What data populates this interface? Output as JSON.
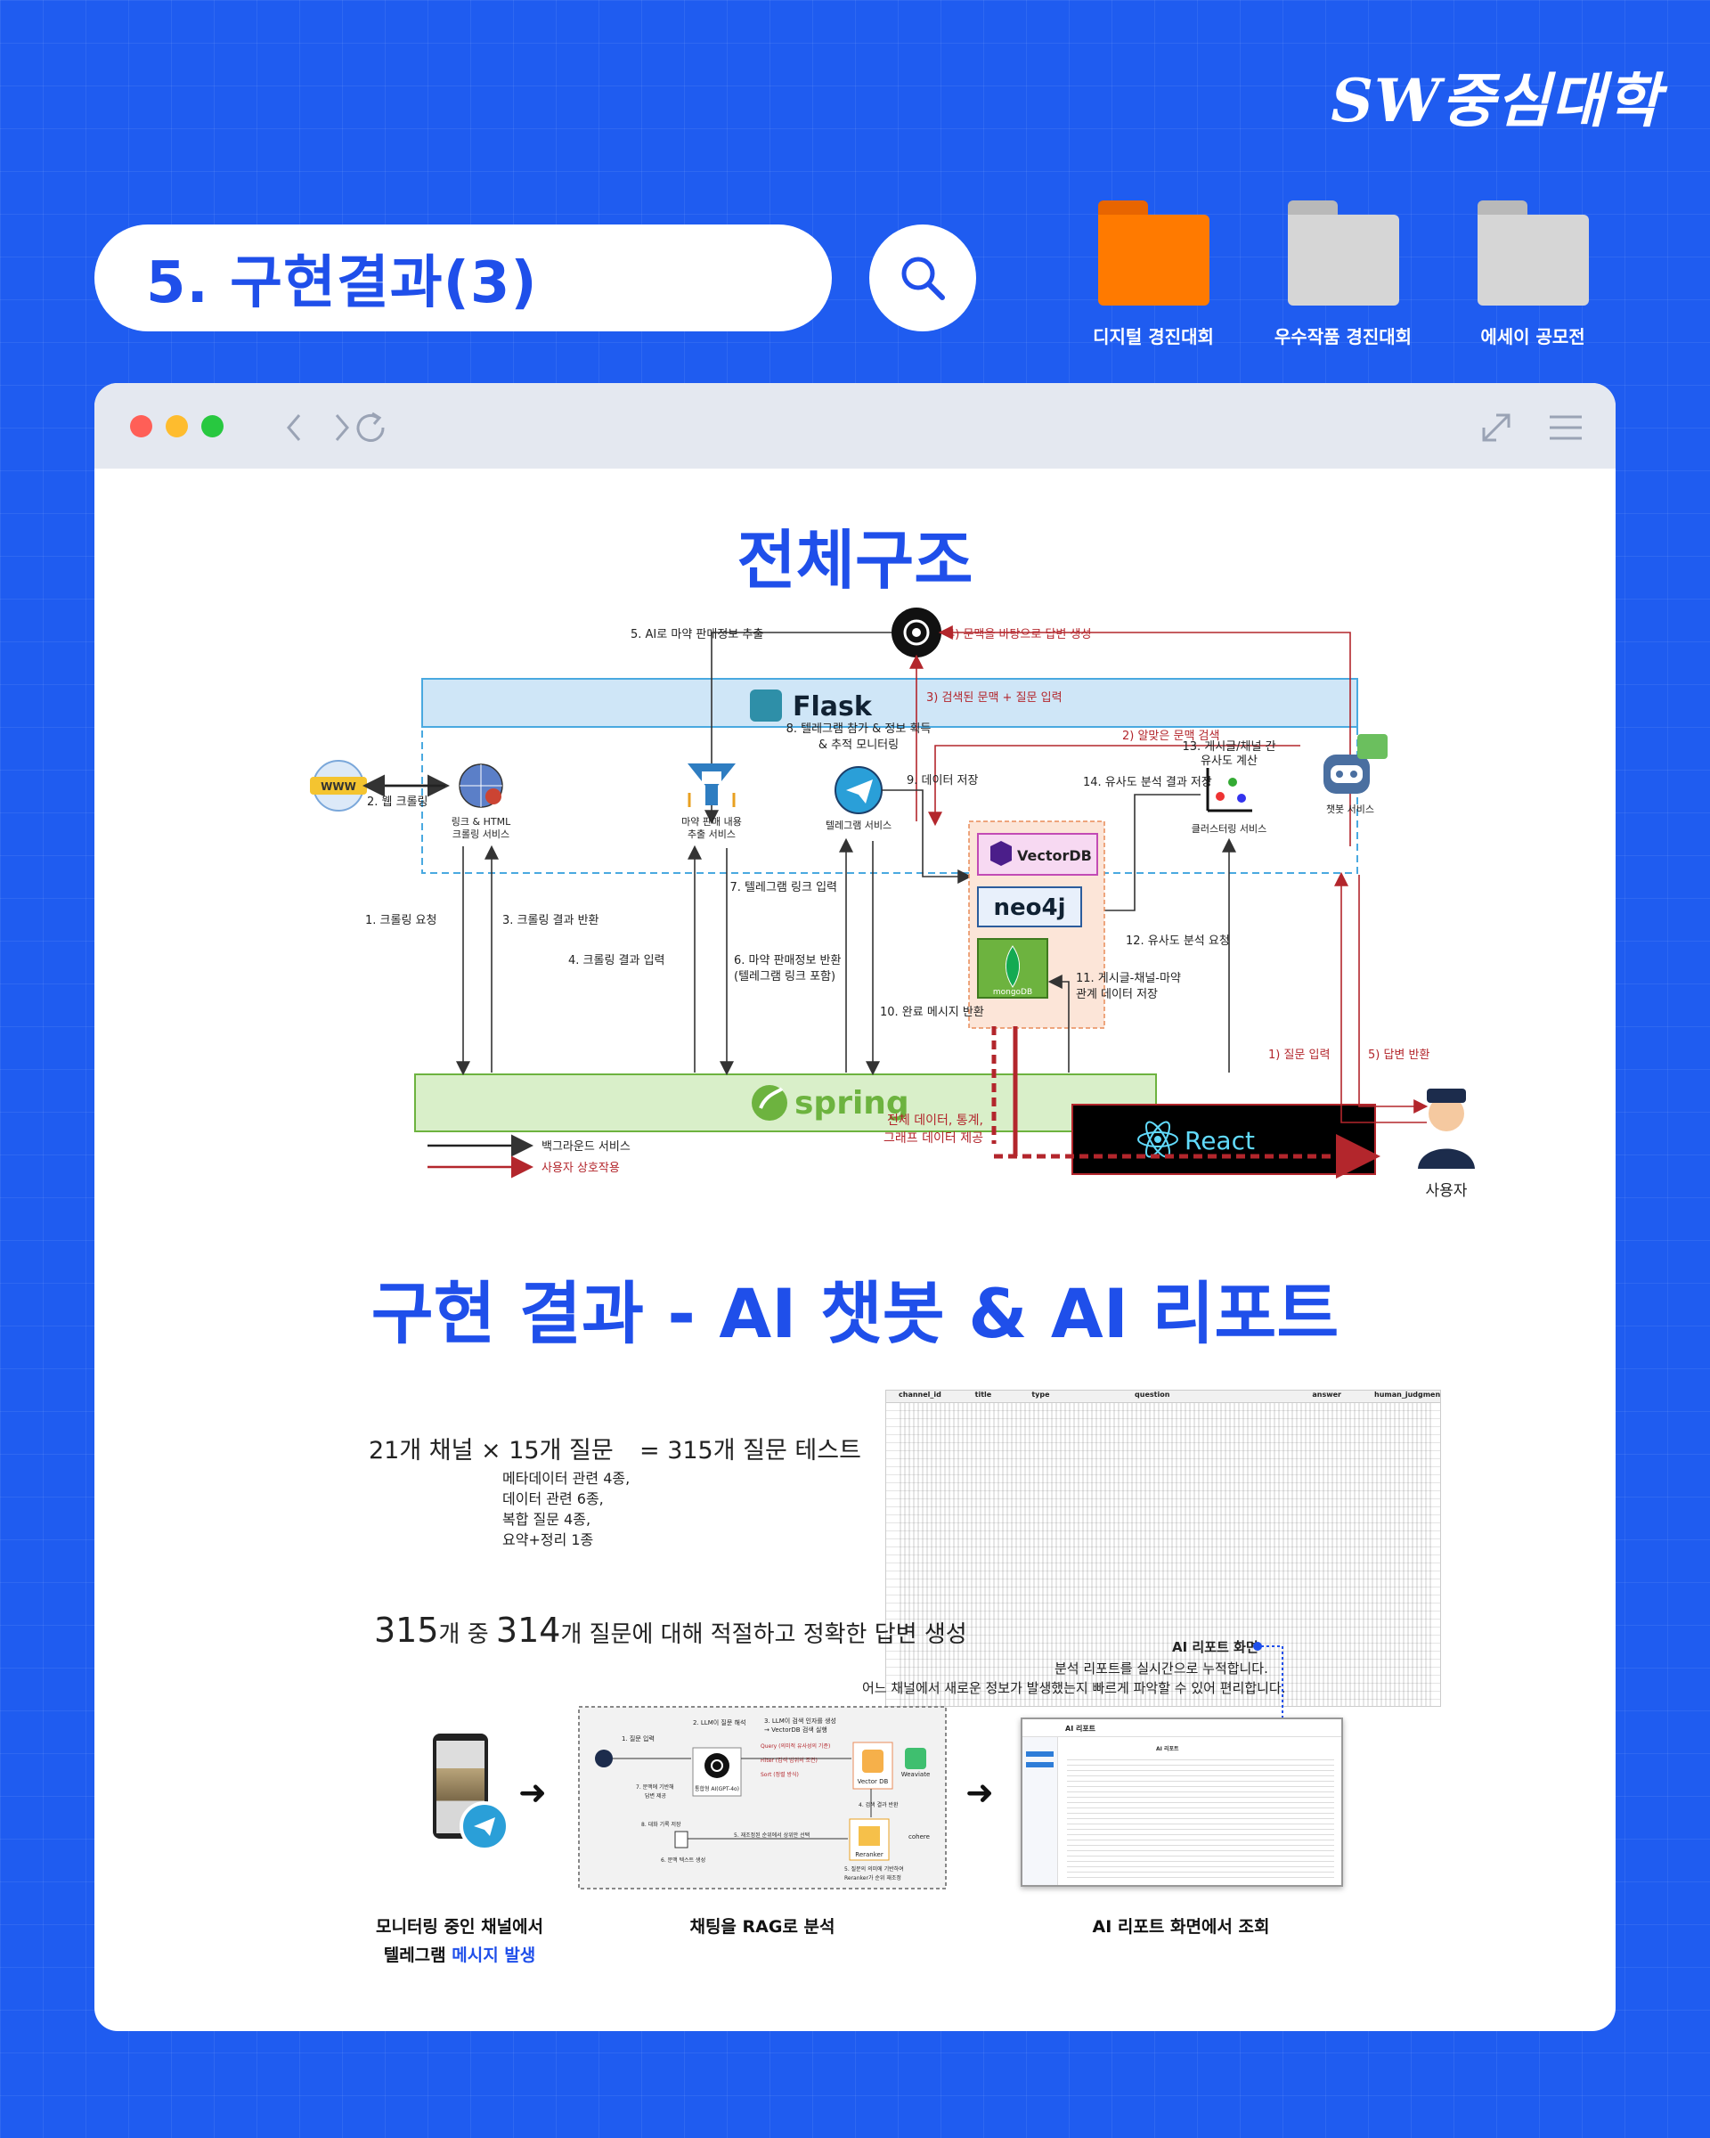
{
  "brand": "SW중심대학",
  "page_title": "5. 구현결과(3)",
  "folders": [
    {
      "label": "디지털 경진대회",
      "color": "#ff7a00",
      "tab_color": "#e86500"
    },
    {
      "label": "우수작품 경진대회",
      "color": "#d6d6d6",
      "tab_color": "#b9b9b9"
    },
    {
      "label": "에세이 공모전",
      "color": "#d6d6d6",
      "tab_color": "#b9b9b9"
    }
  ],
  "section1_title": "전체구조",
  "diagram": {
    "flask": "Flask",
    "spring": "spring",
    "react": "React",
    "vectordb": "VectorDB",
    "neo4j": "neo4j",
    "mongodb": "mongoDB",
    "www": "WWW",
    "nodes": {
      "crawler": [
        "링크 & HTML",
        "크롤링 서비스"
      ],
      "extract": [
        "마약 판매 내용",
        "추출 서비스"
      ],
      "telegram": "텔레그램 서비스",
      "cluster": "클러스터링 서비스",
      "chatbot": "챗봇 서비스",
      "user": "사용자"
    },
    "labels": {
      "l5": "5. AI로 마약 판매정보 추출",
      "l4": "4) 문맥을 바탕으로 답변 생성",
      "l3q": "3) 검색된 문맥 + 질문 입력",
      "l2q": "2) 알맞은 문맥 검색",
      "l8a": "8. 텔레그램 참가 & 정보 획득",
      "l8b": "& 추적 모니터링",
      "l9": "9. 데이터 저장",
      "l13a": "13. 게시글/채널 간",
      "l13b": "유사도 계산",
      "l14": "14. 유사도 분석 결과 저장",
      "l2": "2. 웹 크롤링",
      "l7": "7. 텔레그램 링크 입력",
      "l1": "1. 크롤링 요청",
      "l3": "3. 크롤링 결과 반환",
      "l4n": "4. 크롤링 결과 입력",
      "l6a": "6. 마약 판매정보 반환",
      "l6b": "(텔레그램 링크 포함)",
      "l12": "12. 유사도 분석 요청",
      "l10": "10. 완료 메시지 반환",
      "l11a": "11. 게시글-채널-마약",
      "l11b": "관계 데이터 저장",
      "l1q": "1) 질문 입력",
      "l5a": "5) 답변 반환",
      "alldata_a": "전체 데이터, 통계,",
      "alldata_b": "그래프 데이터 제공"
    },
    "legend": {
      "background": "백그라운드 서비스",
      "interaction": "사용자 상호작용"
    }
  },
  "section2_title": "구현 결과 - AI 챗봇 & AI 리포트",
  "test": {
    "formula_left": "21개 채널 × 15개 질문",
    "formula_right": "= 315개 질문 테스트",
    "details": [
      "메타데이터 관련 4종,",
      "데이터 관련 6종,",
      "복합 질문 4종,",
      "요약+정리 1종"
    ],
    "table_headers": [
      "channel_id",
      "title",
      "type",
      "question",
      "answer",
      "human_judgment"
    ]
  },
  "result": {
    "total": "315",
    "part1": "개 중 ",
    "correct": "314",
    "part2": "개 질문에 대해 적절하고 정확한 답변 생성"
  },
  "report_note": {
    "title": "AI 리포트 화면",
    "line1": "분석 리포트를 실시간으로 누적합니다.",
    "line2": "어느 채널에서 새로운 정보가 발생했는지 빠르게 파악할 수 있어 편리합니다."
  },
  "rag": {
    "s1": "1. 질문 입력",
    "s2": "2. LLM이 질문 해석",
    "s3a": "3. LLM이 검색 인자를 생성",
    "s3b": "→ VectorDB 검색 실행",
    "query": "Query (의미적 유사성의 기준)",
    "filter": "Filter (검색 범위의 조건)",
    "sort": "Sort (정렬 방식)",
    "vector": "Vector DB",
    "weaviate": "Weaviate",
    "model": "통합형 AI(GPT-4o)",
    "s4": "4. 검색 결과 반환",
    "s5": "5. 재조정된 순위에서 상위만 선택",
    "s7a": "7. 문맥에 기반해",
    "s7b": "답변 제공",
    "s8": "8. 대화 기록 저장",
    "s6": "6. 문맥 텍스트 생성",
    "reranker": "Reranker",
    "cohere": "cohere",
    "s5r_a": "5. 질문의 의미에 기반하여",
    "s5r_b": "Reranker가 순위 재조정"
  },
  "report_panel": {
    "title": "AI 리포트",
    "heading": "AI 리포트"
  },
  "flow": {
    "caption1a": "모니터링 중인 채널에서",
    "caption1b": "텔레그램 ",
    "caption1c": "메시지 발생",
    "caption2": "채팅을 RAG로 분석",
    "caption3": "AI 리포트 화면에서 조회"
  },
  "colors": {
    "accent": "#1f4fea",
    "dark_red": "#b3262c",
    "spring_green": "#6db33f",
    "flask_blue": "#cfe6f7"
  }
}
